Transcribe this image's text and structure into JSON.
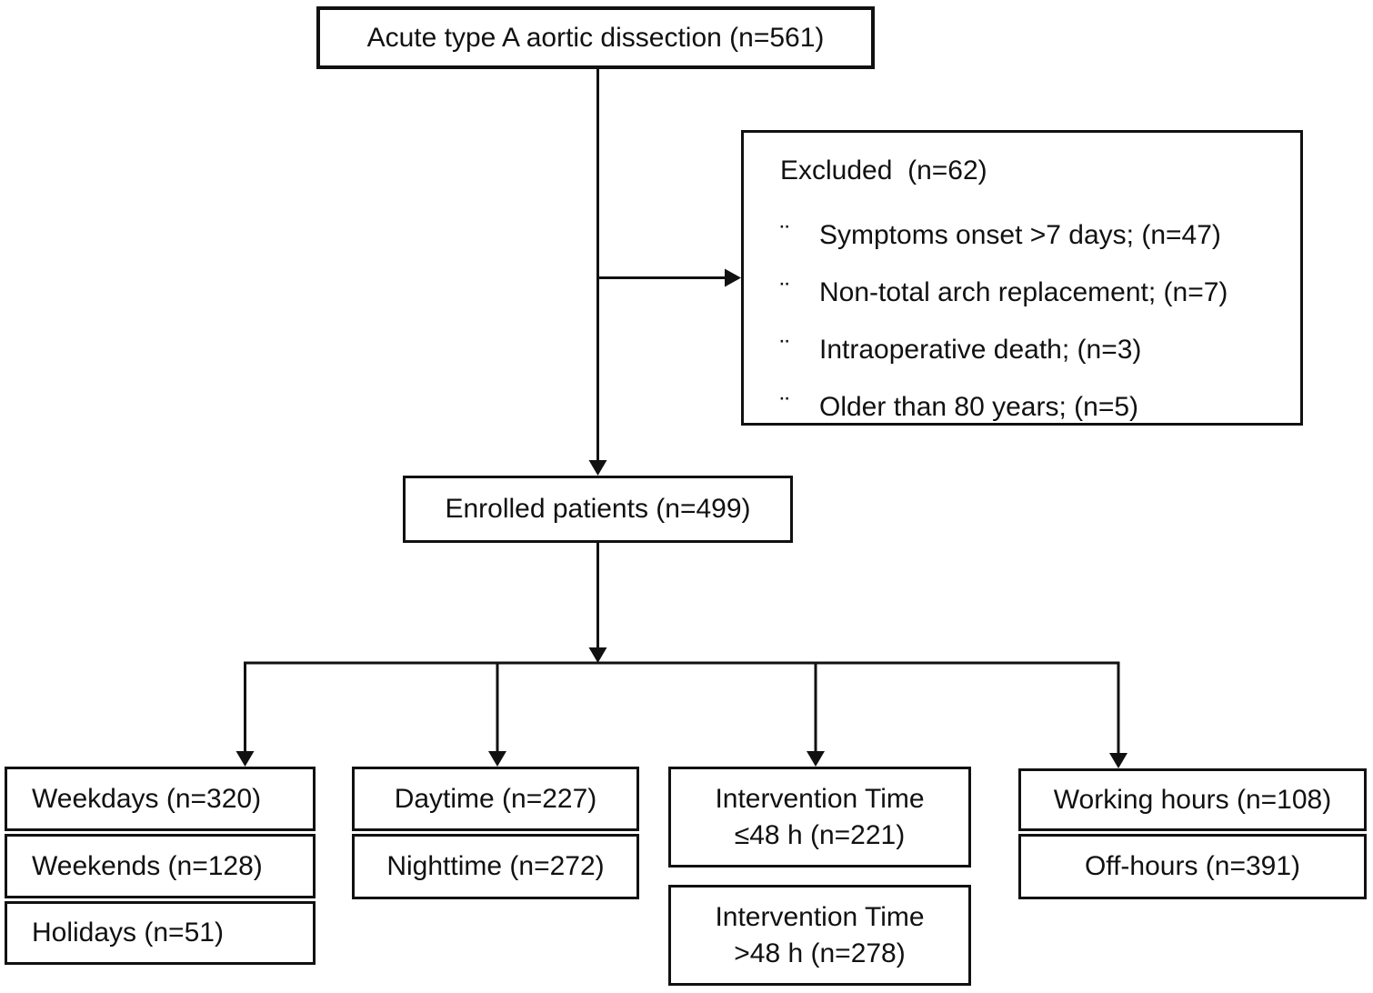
{
  "figure": {
    "type": "flowchart",
    "description": "Patient enrollment flow diagram for acute type A aortic dissection study",
    "colors": {
      "ink": "#111111",
      "background": "#ffffff"
    },
    "top_box": {
      "label": "Acute type A aortic dissection (n=561)"
    },
    "excluded_box": {
      "title": "Excluded  (n=62)",
      "bullet_glyph": "¨",
      "items": [
        "Symptoms onset >7 days; (n=47)",
        "Non-total arch replacement; (n=7)",
        "Intraoperative death; (n=3)",
        "Older than 80 years; (n=5)"
      ]
    },
    "enrolled_box": {
      "label": "Enrolled patients (n=499)"
    },
    "bottom_boxes": {
      "weekdays": "Weekdays (n=320)",
      "weekends": "Weekends (n=128)",
      "holidays": "Holidays (n=51)",
      "daytime": "Daytime (n=227)",
      "nighttime": "Nighttime (n=272)",
      "intervention_le48": {
        "line1": "Intervention Time",
        "line2": "≤48 h (n=221)"
      },
      "intervention_gt48": {
        "line1": "Intervention Time",
        "line2": ">48 h (n=278)"
      },
      "working_hours": "Working hours (n=108)",
      "off_hours": "Off-hours (n=391)"
    }
  }
}
